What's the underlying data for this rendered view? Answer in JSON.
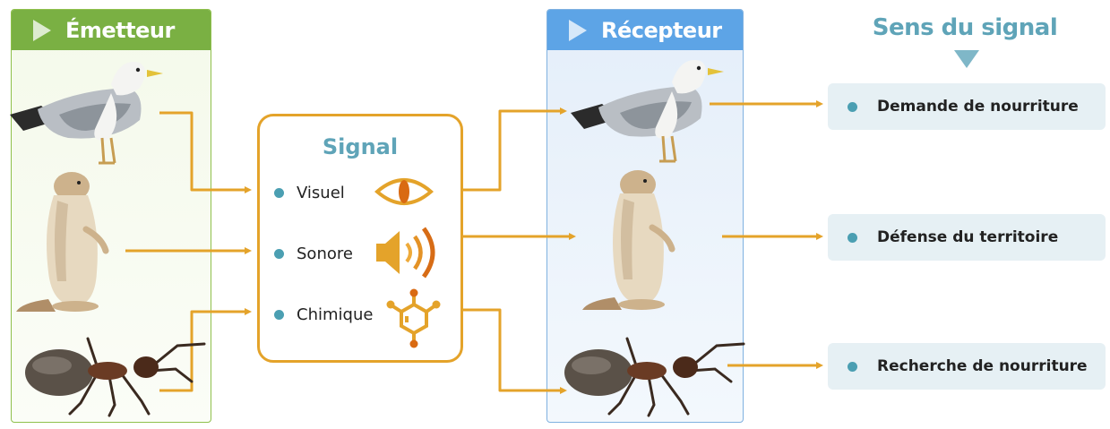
{
  "emitter": {
    "title": "Émetteur"
  },
  "receiver": {
    "title": "Récepteur"
  },
  "meaning": {
    "title": "Sens du signal",
    "items": [
      {
        "label": "Demande de nourriture"
      },
      {
        "label": "Défense du territoire"
      },
      {
        "label": "Recherche de nourriture"
      }
    ]
  },
  "signal": {
    "title": "Signal",
    "types": [
      {
        "label": "Visuel",
        "icon": "eye-icon"
      },
      {
        "label": "Sonore",
        "icon": "speaker-icon"
      },
      {
        "label": "Chimique",
        "icon": "molecule-icon"
      }
    ]
  },
  "animals": [
    "seagull",
    "prairie-dog",
    "ant"
  ],
  "colors": {
    "arrow": "#e4a32a",
    "emitter_header": "#7ab043",
    "receiver_header": "#5da4e6",
    "accent": "#5fa4b8",
    "dot": "#4b9fb2"
  }
}
